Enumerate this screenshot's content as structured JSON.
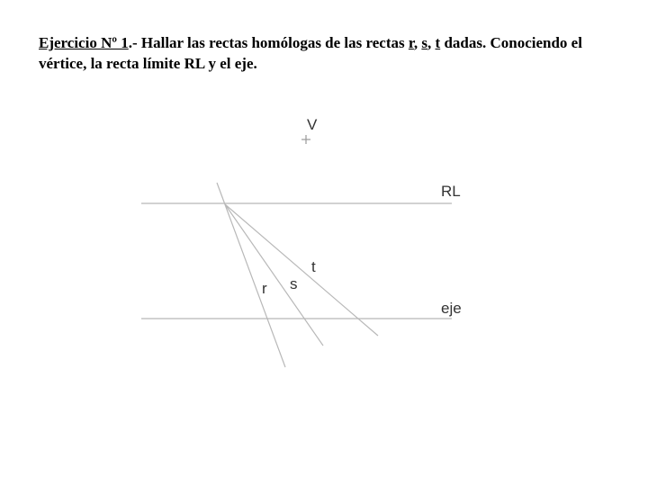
{
  "statement": {
    "title": "Ejercicio Nº 1",
    "text_before": ".- Hallar las rectas homólogas de las rectas ",
    "r": "r",
    "comma1": ", ",
    "s": "s",
    "comma2": ", ",
    "t": "t",
    "text_after": " dadas. Conociendo el vértice, la recta límite RL y el eje."
  },
  "figure": {
    "vertex_label": "V",
    "limit_line_label": "RL",
    "axis_label": "eje",
    "line_r_label": "r",
    "line_s_label": "s",
    "line_t_label": "t"
  },
  "colors": {
    "lines": "#b8b8b8",
    "text": "#000000"
  }
}
